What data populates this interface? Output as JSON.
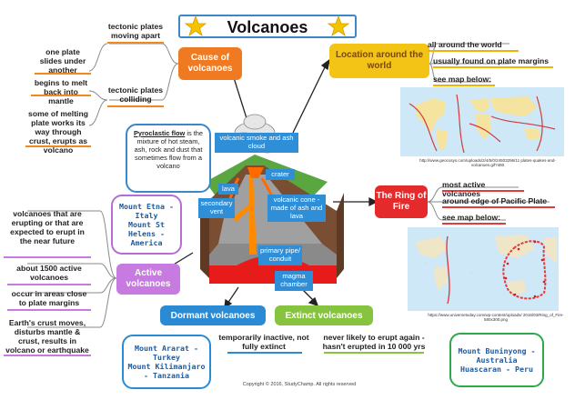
{
  "title": "Volcanoes",
  "center": {
    "labels": {
      "smoke": "volcanic smoke and ash cloud",
      "crater": "crater",
      "lava": "lava",
      "secondary_vent": "secondary vent",
      "cone": "volcanic cone - made of ash and lava",
      "pipe": "primary pipe/ conduit",
      "chamber": "magma chamber"
    },
    "pyroclastic": {
      "heading": "Pyroclastic flow",
      "text": " is the mixture of hot steam, ash, rock and dust that sometimes flow from a volcano"
    }
  },
  "cause": {
    "title": "Cause of volcanoes",
    "branch1": "tectonic plates moving apart",
    "branch1_sub": "one plate slides under another",
    "branch2": "tectonic plates colliding",
    "branch2_sub1": "begins to melt back into mantle",
    "branch2_sub2": "some of melting plate works its way through crust, erupts as volcano"
  },
  "location": {
    "title": "Location around the world",
    "items": [
      "all around the world",
      "usually found on plate margins",
      "see map below:"
    ],
    "credit": "http://www.geocosys.com/uploads/2/4/5/0/24503296/11 plates-quakes-and-volcanoes.gif?480"
  },
  "ring": {
    "title": "The Ring of Fire",
    "items": [
      "most active volcanoes",
      "around edge of Pacific Plate",
      "see map below:"
    ],
    "credit": "https://www.universetoday.com/wp-content/uploads/ 2016/03/Ring_of_Fire-580x300.png"
  },
  "active": {
    "title": "Active volcanoes",
    "items": [
      "volcanoes that are erupting or that are expected to erupt in the near future",
      "about 1500 active volcanoes",
      "occur in areas close to plate margins",
      "Earth's crust moves, disturbs mantle & crust, results in volcano or earthquake"
    ],
    "examples": "Mount Etna - Italy\nMount St Helens - America"
  },
  "dormant": {
    "title": "Dormant volcanoes",
    "desc": "temporarily inactive, not fully extinct",
    "examples": "Mount Ararat - Turkey\nMount Kilimanjaro - Tanzania"
  },
  "extinct": {
    "title": "Extinct volcanoes",
    "desc": "never likely to erupt again - hasn't erupted in 10 000 yrs",
    "examples": "Mount Buninyong - Australia\nHuascaran - Peru"
  },
  "copyright": "Copyright © 2016, StudyChamp. All rights reserved",
  "colors": {
    "cause": "#f07a22",
    "location": "#f3c316",
    "ring": "#e42a2a",
    "active": "#c77be0",
    "dormant": "#2a8ad4",
    "extinct": "#86c440",
    "label": "#2e8fd8"
  }
}
